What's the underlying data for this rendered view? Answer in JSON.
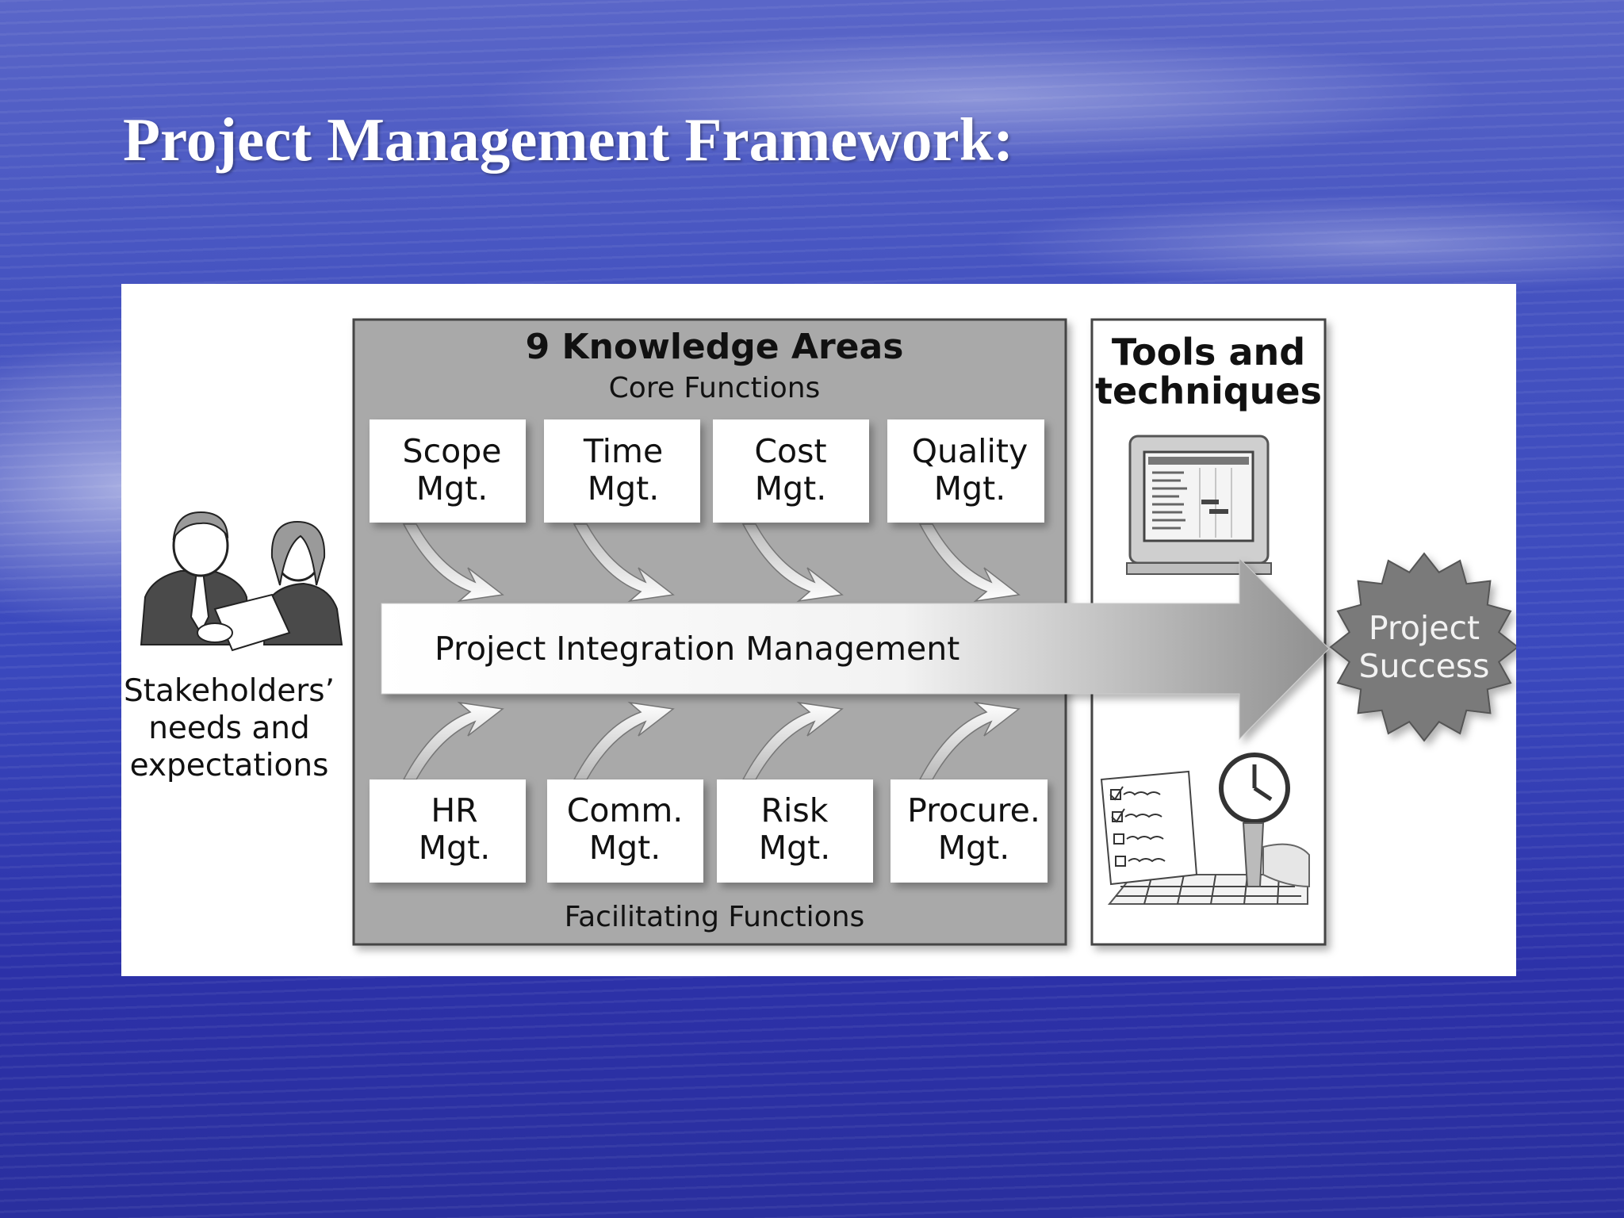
{
  "slide": {
    "title": "Project Management Framework:"
  },
  "diagram": {
    "knowledge_areas_title": "9 Knowledge Areas",
    "core_functions_label": "Core Functions",
    "facilitating_functions_label": "Facilitating Functions",
    "core_functions": [
      {
        "line1": "Scope",
        "line2": "Mgt."
      },
      {
        "line1": "Time",
        "line2": "Mgt."
      },
      {
        "line1": "Cost",
        "line2": "Mgt."
      },
      {
        "line1": "Quality",
        "line2": "Mgt."
      }
    ],
    "facilitating_functions": [
      {
        "line1": "HR",
        "line2": "Mgt."
      },
      {
        "line1": "Comm.",
        "line2": "Mgt."
      },
      {
        "line1": "Risk",
        "line2": "Mgt."
      },
      {
        "line1": "Procure.",
        "line2": "Mgt."
      }
    ],
    "integration_label": "Project Integration Management",
    "stakeholders": {
      "line1": "Stakeholders’",
      "line2": "needs and",
      "line3": "expectations"
    },
    "tools": {
      "line1": "Tools and",
      "line2": "techniques"
    },
    "success": {
      "line1": "Project",
      "line2": "Success"
    }
  }
}
